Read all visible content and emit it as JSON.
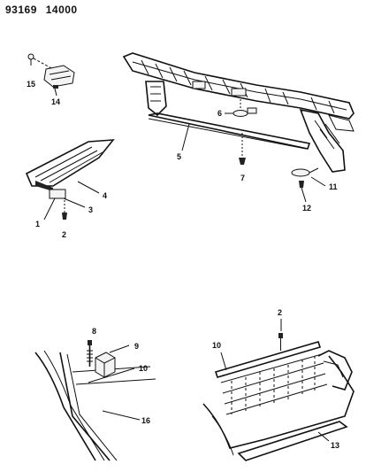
{
  "header": {
    "catalog_number": "93169",
    "page_code": "14000"
  },
  "callouts": {
    "c1": "1",
    "c2a": "2",
    "c3": "3",
    "c4": "4",
    "c5": "5",
    "c6": "6",
    "c7": "7",
    "c11": "11",
    "c12": "12",
    "c14": "14",
    "c15": "15",
    "c8": "8",
    "c9": "9",
    "c10a": "10",
    "c16": "16",
    "c2b": "2",
    "c10b": "10",
    "c13": "13"
  }
}
